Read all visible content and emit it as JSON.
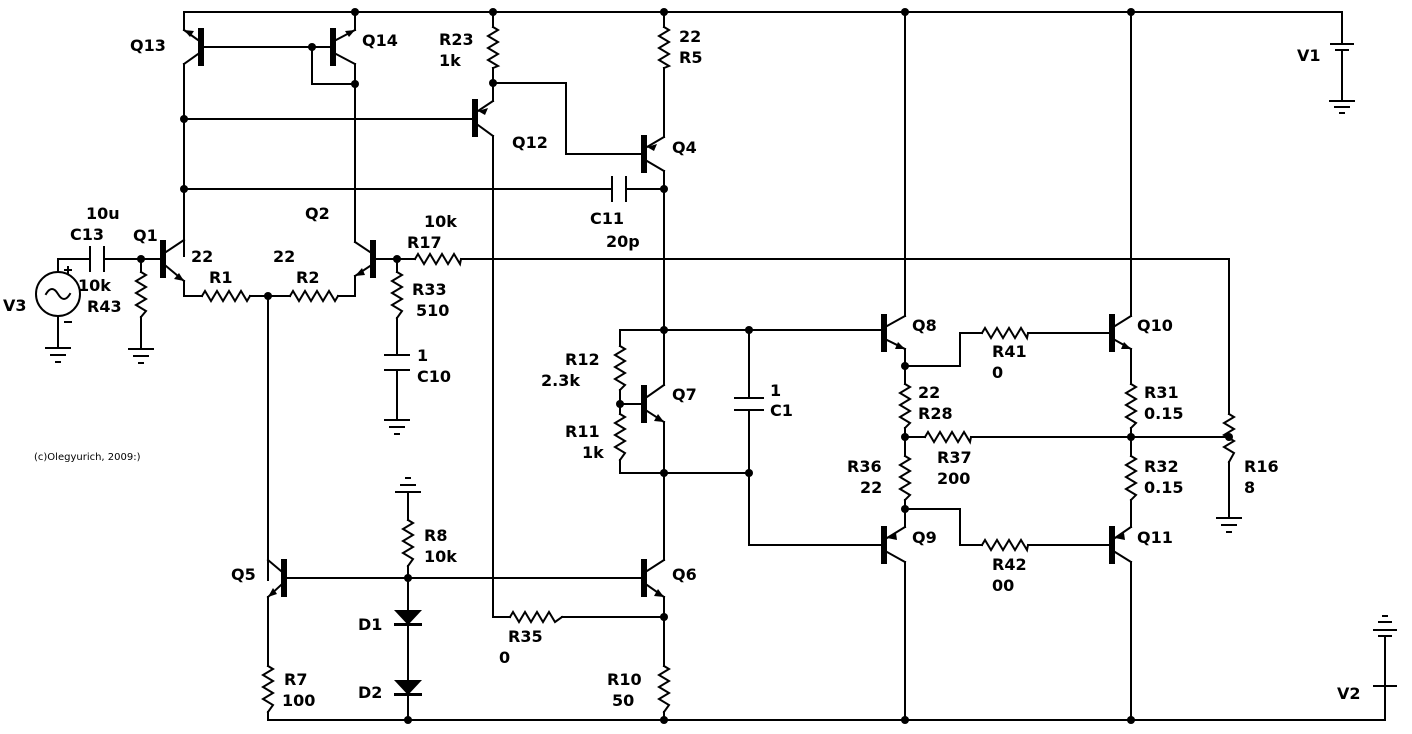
{
  "copyright": "(c)Olegyurich, 2009:)",
  "transistors": {
    "q1": "Q1",
    "q2": "Q2",
    "q4": "Q4",
    "q5": "Q5",
    "q6": "Q6",
    "q7": "Q7",
    "q8": "Q8",
    "q9": "Q9",
    "q10": "Q10",
    "q11": "Q11",
    "q12": "Q12",
    "q13": "Q13",
    "q14": "Q14"
  },
  "resistors": {
    "r1": {
      "name": "R1",
      "value": "22"
    },
    "r2": {
      "name": "R2",
      "value": "22"
    },
    "r5": {
      "name": "R5",
      "value": "22"
    },
    "r7": {
      "name": "R7",
      "value": "100"
    },
    "r8": {
      "name": "R8",
      "value": "10k"
    },
    "r10": {
      "name": "R10",
      "value": "50"
    },
    "r11": {
      "name": "R11",
      "value": "1k"
    },
    "r12": {
      "name": "R12",
      "value": "2.3k"
    },
    "r16": {
      "name": "R16",
      "value": "8"
    },
    "r17": {
      "name": "R17",
      "value": "10k"
    },
    "r23": {
      "name": "R23",
      "value": "1k"
    },
    "r28": {
      "name": "R28",
      "value": "22"
    },
    "r31": {
      "name": "R31",
      "value": "0.15"
    },
    "r32": {
      "name": "R32",
      "value": "0.15"
    },
    "r33": {
      "name": "R33",
      "value": "510"
    },
    "r35": {
      "name": "R35",
      "value": "0"
    },
    "r36": {
      "name": "R36",
      "value": "22"
    },
    "r37": {
      "name": "R37",
      "value": "200"
    },
    "r41": {
      "name": "R41",
      "value": "0"
    },
    "r42": {
      "name": "R42",
      "value": "00"
    },
    "r43": {
      "name": "R43",
      "value": "10k"
    }
  },
  "capacitors": {
    "c1": {
      "name": "C1",
      "value": "1"
    },
    "c10": {
      "name": "C10",
      "value": "1"
    },
    "c11": {
      "name": "C11",
      "value": "20p"
    },
    "c13": {
      "name": "C13",
      "value": "10u"
    }
  },
  "diodes": {
    "d1": "D1",
    "d2": "D2"
  },
  "sources": {
    "v1": "V1",
    "v2": "V2",
    "v3": "V3"
  }
}
